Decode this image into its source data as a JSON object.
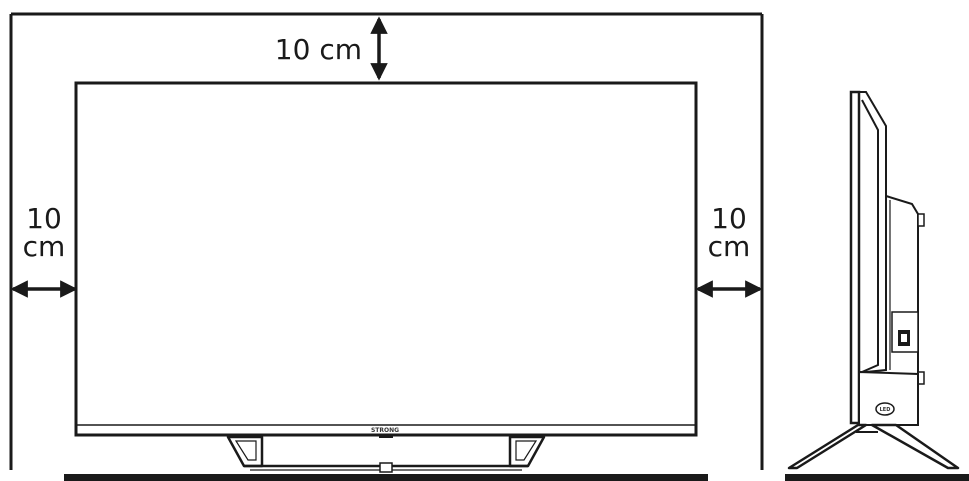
{
  "clearance": {
    "top_label": "10 cm",
    "left_label_line1": "10",
    "left_label_line2": "cm",
    "right_label_line1": "10",
    "right_label_line2": "cm"
  },
  "tv": {
    "brand_logo": "STRONG",
    "side_badge": "LED"
  },
  "colors": {
    "line": "#1a1a1a",
    "surface": "#1a1a1a",
    "background": "#ffffff"
  }
}
